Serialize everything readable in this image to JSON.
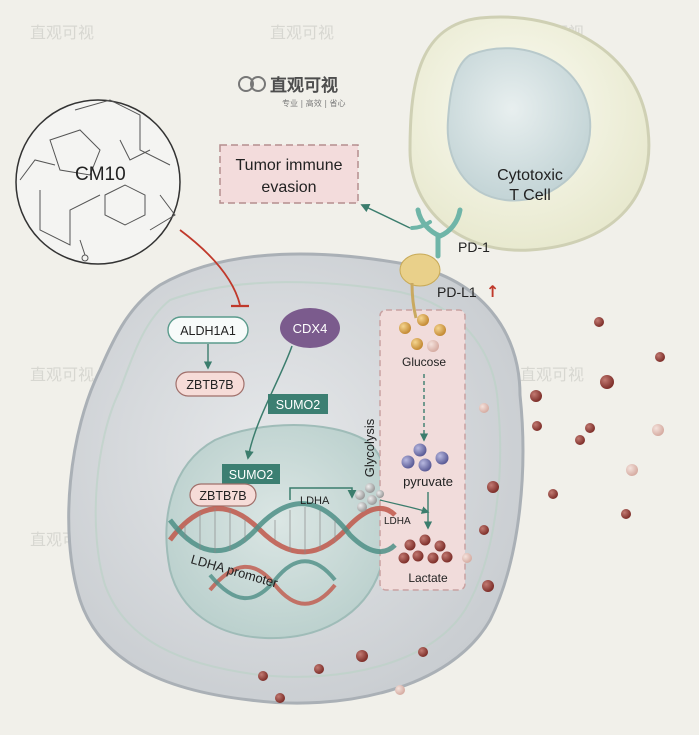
{
  "watermark": {
    "brand": "直观可视",
    "tagline": "专业 | 高效 | 省心"
  },
  "labels": {
    "cm10": "CM10",
    "tumor_immune_evasion_line1": "Tumor immune",
    "tumor_immune_evasion_line2": "evasion",
    "cytotoxic_line1": "Cytotoxic",
    "cytotoxic_line2": "T Cell",
    "pd1": "PD-1",
    "pdl1": "PD-L1",
    "aldh1a1": "ALDH1A1",
    "zbtb7b_top": "ZBTB7B",
    "cdx4": "CDX4",
    "sumo2_outer": "SUMO2",
    "sumo2_inner": "SUMO2",
    "zbtb7b_inner": "ZBTB7B",
    "ldha_arrow": "LDHA",
    "ldha_enzyme": "LDHA",
    "ldha_promoter": "LDHA  promoter",
    "glycolysis": "Glycolysis",
    "glucose": "Glucose",
    "pyruvate": "pyruvate",
    "lactate": "Lactate"
  },
  "colors": {
    "background": "#f1f0ea",
    "cell_body": "#d6d9dc",
    "nucleus": "#cbd9d8",
    "teal_box": "#3c7f72",
    "pink_box": "#f3dcdc",
    "cdx4_purple": "#7a5a8c",
    "inhibit_red": "#c0392b",
    "activate_green": "#3b7d6d",
    "lactate_dot": "#8b3a34",
    "glucose_dot": "#d9a54c",
    "pyruvate_dot": "#6e6fa8",
    "pd_l1_yellow": "#e8cf86",
    "pd1_teal": "#6fb5a8",
    "up_arrow_red": "#c0392b"
  },
  "icons": {
    "up_arrow": "↑"
  }
}
